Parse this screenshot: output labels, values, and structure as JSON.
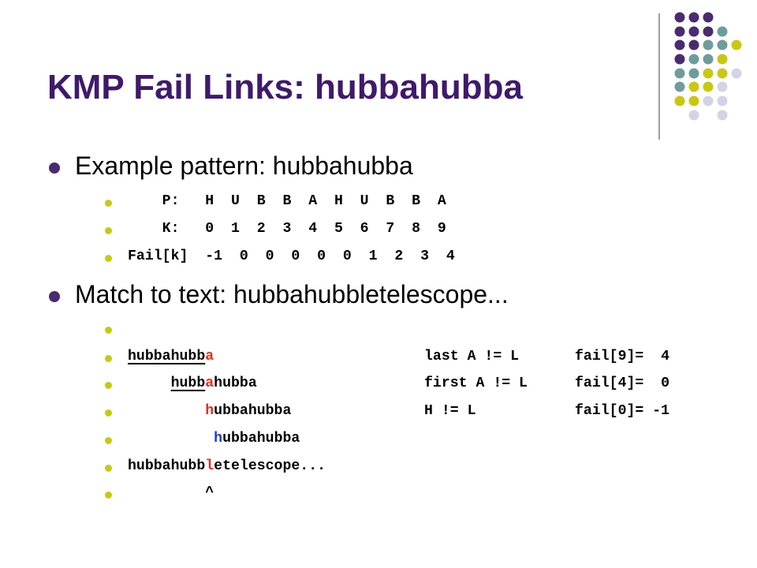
{
  "slide": {
    "title": "KMP Fail Links: hubbahubba",
    "bullets": [
      {
        "text": "Example pattern: hubbahubba",
        "table": {
          "p_row": "    P:   H  U  B  B  A  H  U  B  B  A",
          "k_row": "    K:   0  1  2  3  4  5  6  7  8  9",
          "fail_row": "Fail[k]  -1  0  0  0  0  0  1  2  3  4"
        }
      },
      {
        "text": "Match to text: hubbahubbletelescope...",
        "lines": [
          {
            "pre": "",
            "under": "hubbahubb",
            "hl": "a",
            "post": "",
            "note": "last A != L",
            "fail": "fail[9]=  4"
          },
          {
            "pre": "     ",
            "under": "hubb",
            "hl": "a",
            "post": "hubba",
            "note": "first A != L",
            "fail": "fail[4]=  0"
          },
          {
            "pre": "         ",
            "under": "",
            "hl": "h",
            "post": "ubbahubba",
            "note": "H != L",
            "fail": "fail[0]= -1"
          },
          {
            "pre": "          ",
            "under": "",
            "hl": "h",
            "post": "ubbahubba",
            "note": "",
            "fail": ""
          }
        ],
        "text_line": {
          "a": "hubbahubb",
          "b": "l",
          "c": "etelescope..."
        },
        "caret_line": "         ^"
      }
    ]
  },
  "colors": {
    "title": "#3f1a6b",
    "bullet": "#4a2b6e",
    "sub_bullet": "#c8c814",
    "highlight_red": "#e0301e",
    "highlight_blue": "#1f3fbf",
    "dot_purple": "#4a2b6e",
    "dot_teal": "#6f9c9b",
    "dot_yellow": "#c8c814",
    "dot_lavender": "#d4d3e6"
  }
}
